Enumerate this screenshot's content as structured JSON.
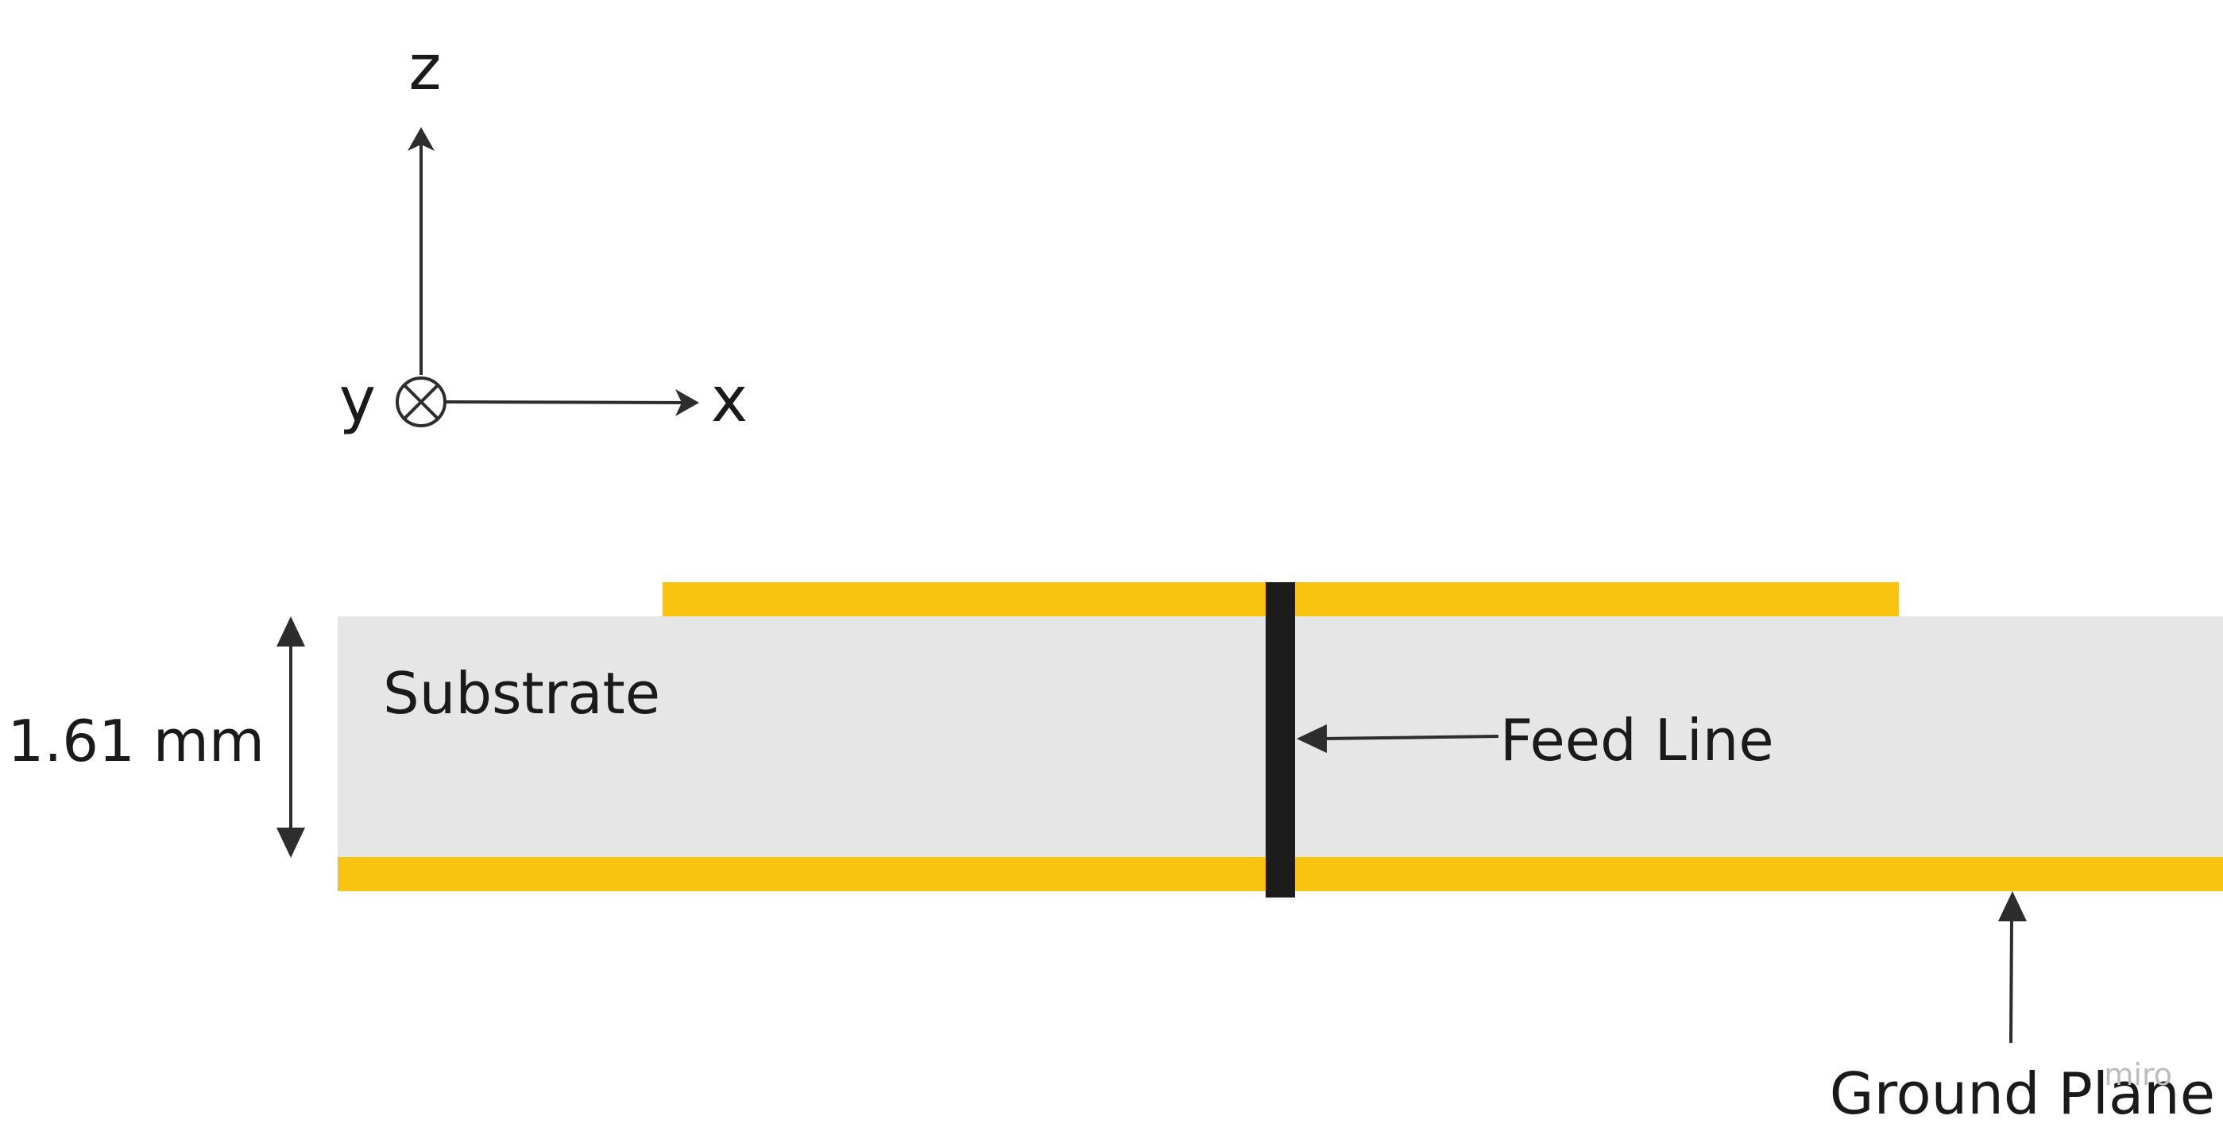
{
  "axes": {
    "z_label": "z",
    "x_label": "x",
    "y_label": "y"
  },
  "dimension": {
    "label": "1.61 mm"
  },
  "labels": {
    "substrate": "Substrate",
    "feed_line": "Feed Line",
    "ground_plane": "Ground Plane"
  },
  "watermark": "miro",
  "colors": {
    "background": "#ffffff",
    "substrate": "#e6e6e6",
    "copper": "#f8c410",
    "feed_line": "#1c1c1c",
    "arrows": "#2d2d2d",
    "text": "#1a1a1a",
    "watermark": "#bdbdbd"
  }
}
